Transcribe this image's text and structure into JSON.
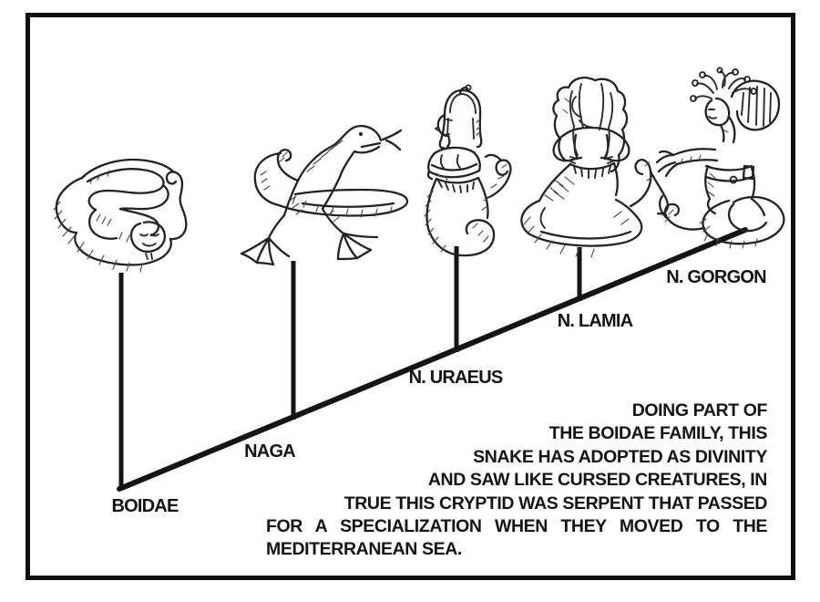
{
  "colors": {
    "ink": "#161616",
    "paper": "#ffffff"
  },
  "diagram": {
    "type": "cladogram",
    "taxa": [
      {
        "name": "BOIDAE",
        "illustration": "coiled-snake"
      },
      {
        "name": "NAGA",
        "illustration": "lizard-naga"
      },
      {
        "name": "N. URAEUS",
        "illustration": "cobra-woman"
      },
      {
        "name": "N. LAMIA",
        "illustration": "coiled-snake-woman"
      },
      {
        "name": "N. GORGON",
        "illustration": "gorgon-medusa"
      }
    ],
    "caption_lines": [
      "DOING PART OF",
      "THE BOIDAE FAMILY, THIS",
      "SNAKE HAS ADOPTED AS DIVINITY",
      "AND SAW LIKE CURSED CREATURES, IN",
      "TRUE THIS CRYPTID WAS SERPENT THAT PASSED",
      "FOR A SPECIALIZATION WHEN THEY MOVED TO THE",
      "MEDITERRANEAN SEA."
    ]
  }
}
